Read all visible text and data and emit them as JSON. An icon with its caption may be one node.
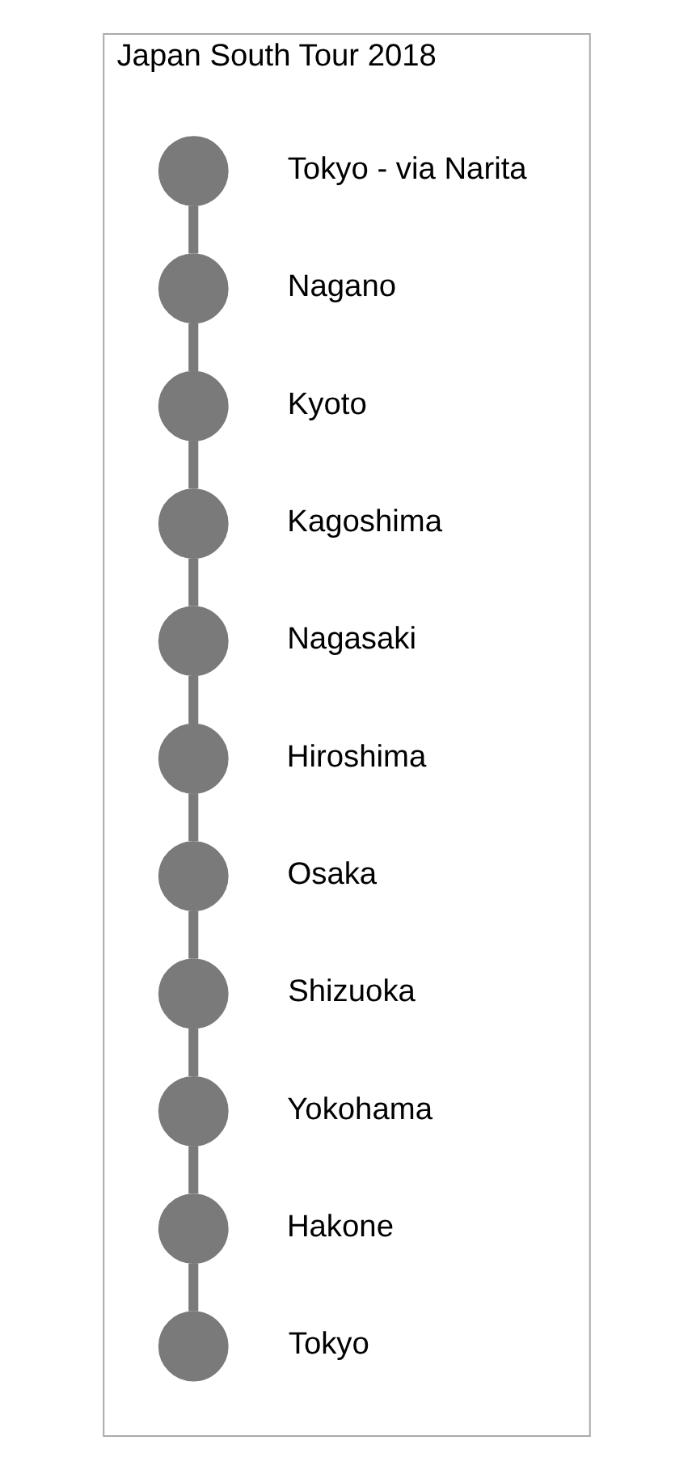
{
  "diagram": {
    "nodes": [
      {
        "text": [
          "Japan South Tour 2018"
        ]
      },
      {
        "text": [],
        "shape": "circle",
        "beside": [
          "Tokyo - via Narita"
        ],
        "in": 0
      },
      {
        "text": [],
        "shape": "circle",
        "beside": [
          "Nagano"
        ],
        "in": 0
      },
      {
        "text": [],
        "shape": "circle",
        "beside": [
          "Kyoto"
        ],
        "in": 0
      },
      {
        "text": [],
        "shape": "circle",
        "beside": [
          "Kagoshima"
        ],
        "in": 0
      },
      {
        "text": [],
        "shape": "circle",
        "beside": [
          "Nagasaki"
        ],
        "in": 0
      },
      {
        "text": [],
        "shape": "circle",
        "beside": [
          "Hiroshima"
        ],
        "in": 0
      },
      {
        "text": [],
        "shape": "circle",
        "beside": [
          "Osaka"
        ],
        "in": 0
      },
      {
        "text": [],
        "shape": "circle",
        "beside": [
          "Shizuoka"
        ],
        "in": 0
      },
      {
        "text": [],
        "shape": "circle",
        "beside": [
          "Yokohama"
        ],
        "in": 0
      },
      {
        "text": [],
        "shape": "circle",
        "beside": [
          "Hakone"
        ],
        "in": 0
      },
      {
        "text": [],
        "shape": "circle",
        "beside": [
          "Tokyo"
        ],
        "in": 0
      }
    ],
    "edges": [
      {
        "from": 1,
        "to": 2,
        "arrow": "none"
      },
      {
        "from": 2,
        "to": 3,
        "arrow": "none"
      },
      {
        "from": 3,
        "to": 4,
        "arrow": "none"
      },
      {
        "from": 4,
        "to": 5,
        "arrow": "none"
      },
      {
        "from": 5,
        "to": 6,
        "arrow": "none"
      },
      {
        "from": 6,
        "to": 7,
        "arrow": "none"
      },
      {
        "from": 7,
        "to": 8,
        "arrow": "none"
      },
      {
        "from": 8,
        "to": 9,
        "arrow": "none"
      },
      {
        "from": 9,
        "to": 10,
        "arrow": "none"
      },
      {
        "from": 10,
        "to": 11,
        "arrow": "none"
      }
    ]
  }
}
